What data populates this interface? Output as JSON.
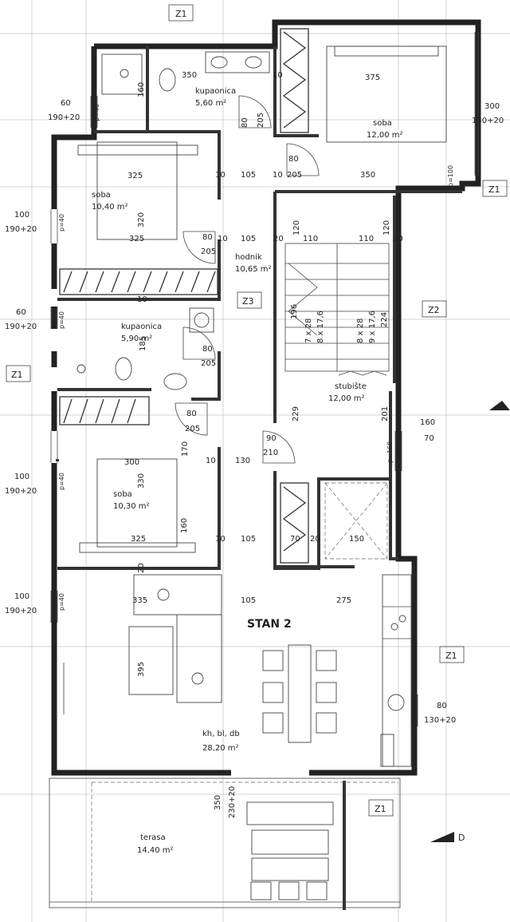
{
  "plan": {
    "title": "STAN 2",
    "north": "D",
    "rooms": {
      "kupaonica_top": {
        "name": "kupaonica",
        "area": "5,60 m²"
      },
      "soba_top_right": {
        "name": "soba",
        "area": "12,00 m²"
      },
      "soba_left_top": {
        "name": "soba",
        "area": "10,40 m²"
      },
      "hodnik": {
        "name": "hodnik",
        "area": "10,65 m²"
      },
      "kupaonica_mid": {
        "name": "kupaonica",
        "area": "5,90 m²"
      },
      "stubiste": {
        "name": "stubište",
        "area": "12,00 m²"
      },
      "soba_left_bottom": {
        "name": "soba",
        "area": "10,30 m²"
      },
      "kitchen": {
        "name": "kh, bl, db",
        "area": "28,20 m²"
      },
      "terasa": {
        "name": "terasa",
        "area": "14,40 m²"
      }
    },
    "tags": {
      "z1": "Z1",
      "z2": "Z2",
      "z3": "Z3"
    },
    "dims": {
      "d350_top": "350",
      "d160_bath": "160",
      "d10_a": "10",
      "d375": "375",
      "d60_left": "60",
      "d190_20_a": "190+20",
      "p40": "p=40",
      "d300_right": "300",
      "d130_20_right": "130+20",
      "d80_a": "80",
      "d205_a": "205",
      "d80_b": "80",
      "d205_b": "205",
      "d325_a": "325",
      "d10_b": "10",
      "d105_a": "105",
      "d10_c": "10",
      "d350_mid": "350",
      "p100": "p=100",
      "d100_left_a": "100",
      "d190_20_b": "190+20",
      "d320": "320",
      "d325_b": "325",
      "d80_c": "80",
      "d10_d": "10",
      "d105_b": "105",
      "d20_a": "20",
      "d120_a": "120",
      "d110_a": "110",
      "d110_b": "110",
      "d120_b": "120",
      "d20_b": "20",
      "d205_c": "205",
      "d196": "196",
      "stair_a1": "7 x 28",
      "stair_a2": "8 x 17,6",
      "stair_b1": "8 x 28",
      "stair_b2": "9 x 17,6",
      "d224": "224",
      "d60_left_b": "60",
      "d190_20_c": "190+20",
      "d10_e": "10",
      "d185": "185",
      "d80_d": "80",
      "d205_d": "205",
      "d80_e": "80",
      "d205_e": "205",
      "d229": "229",
      "d201": "201",
      "d160_c": "160",
      "d70_c": "70",
      "d90": "90",
      "d210": "210",
      "d170": "170",
      "d10_f": "10",
      "d130_f": "130",
      "p160": "p=160",
      "d100_left_c": "100",
      "d190_20_d": "190+20",
      "d300_b": "300",
      "d330": "330",
      "d160_d": "160",
      "d325_c": "325",
      "d10_g": "10",
      "d105_c": "105",
      "d70_g": "70",
      "d20_g": "20",
      "d150": "150",
      "d20_h": "20",
      "d100_left_d": "100",
      "d190_20_e": "190+20",
      "d335": "335",
      "d105_d": "105",
      "d275": "275",
      "d395": "395",
      "d80_k": "80",
      "d130_20_k": "130+20",
      "d350_ter": "350",
      "d230_20": "230+20"
    }
  }
}
